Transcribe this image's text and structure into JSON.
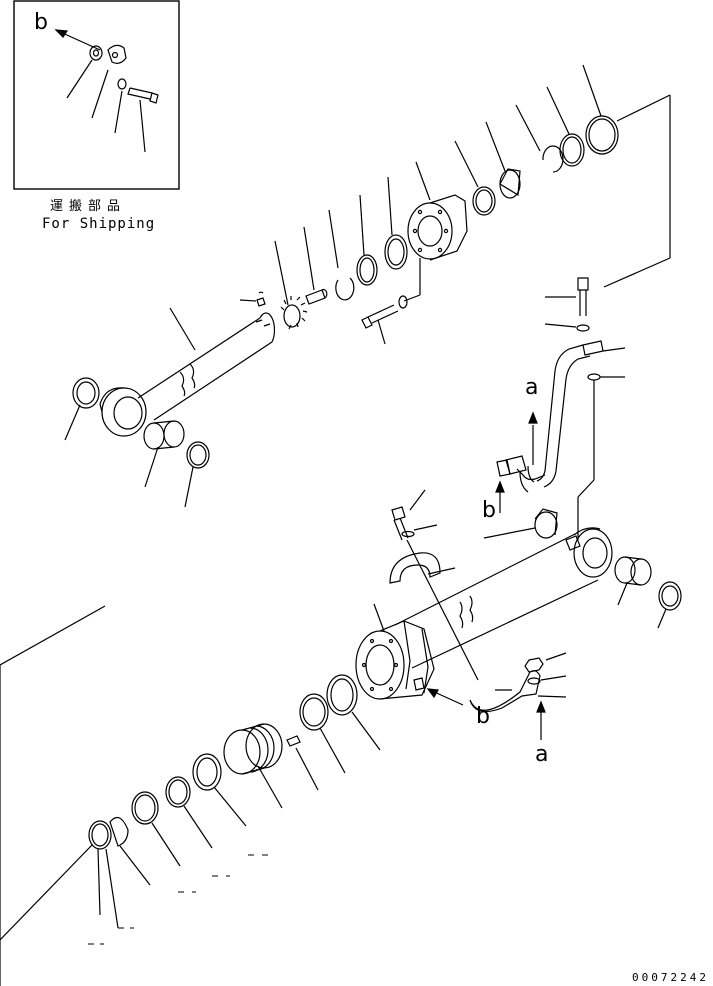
{
  "inset": {
    "ref_letter": "b",
    "caption_jp": "運搬部品",
    "caption_en": "For Shipping"
  },
  "refs": {
    "a_top": "a",
    "b_mid": "b",
    "b_lower": "b",
    "a_lower": "a"
  },
  "drawing_code": "00072242"
}
